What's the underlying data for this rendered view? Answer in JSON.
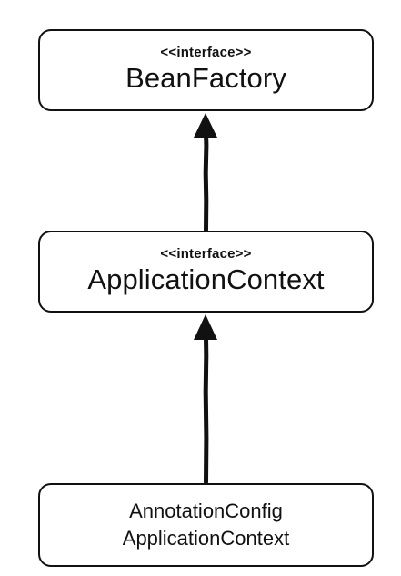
{
  "diagram": {
    "type": "uml-class-inheritance",
    "nodes": [
      {
        "id": "bean_factory",
        "stereotype": "<<interface>>",
        "name": "BeanFactory"
      },
      {
        "id": "application_context",
        "stereotype": "<<interface>>",
        "name": "ApplicationContext"
      },
      {
        "id": "annotation_config_application_context",
        "name_line1": "AnnotationConfig",
        "name_line2": "ApplicationContext"
      }
    ],
    "edges": [
      {
        "from": "application_context",
        "to": "bean_factory",
        "style": "arrow-up"
      },
      {
        "from": "annotation_config_application_context",
        "to": "application_context",
        "style": "arrow-up"
      }
    ]
  }
}
